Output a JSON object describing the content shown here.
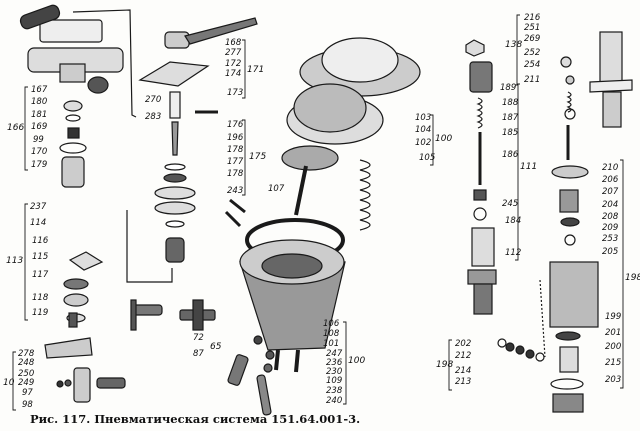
{
  "caption": "Рис. 117. Пневматическая система 151.64.001-3.",
  "labels": {
    "l168": "168",
    "l277": "277",
    "l172": "172",
    "l174": "174",
    "l171": "171",
    "l173": "173",
    "l270": "270",
    "l283": "283",
    "l176": "176",
    "l196": "196",
    "l178a": "178",
    "l177": "177",
    "l175": "175",
    "l178b": "178",
    "l243": "243",
    "l107": "107",
    "l167": "167",
    "l180": "180",
    "l181": "181",
    "l169": "169",
    "l99": "99",
    "l170": "170",
    "l179": "179",
    "l166": "166",
    "l237": "237",
    "l114": "114",
    "l116": "116",
    "l115": "115",
    "l113": "113",
    "l117": "117",
    "l118": "118",
    "l119": "119",
    "l278": "278",
    "l248": "248",
    "l250": "250",
    "l10": "10",
    "l249": "249",
    "l97": "97",
    "l98": "98",
    "l72": "72",
    "l87": "87",
    "l65": "65",
    "l106": "106",
    "l108": "108",
    "l101": "101",
    "l247": "247",
    "l236": "236",
    "l230": "230",
    "l109": "109",
    "l238": "238",
    "l240": "240",
    "l100a": "100",
    "l103": "103",
    "l104": "104",
    "l102": "102",
    "l100b": "100",
    "l105": "105",
    "l216": "216",
    "l251": "251",
    "l269": "269",
    "l252": "252",
    "l254": "254",
    "l211": "211",
    "l138": "138",
    "l189": "189",
    "l188": "188",
    "l187": "187",
    "l185": "185",
    "l186": "186",
    "l111": "111",
    "l245": "245",
    "l184": "184",
    "l112": "112",
    "l210": "210",
    "l206": "206",
    "l207": "207",
    "l204": "204",
    "l208": "208",
    "l209": "209",
    "l253": "253",
    "l205": "205",
    "l199": "199",
    "l201": "201",
    "l200": "200",
    "l215": "215",
    "l203": "203",
    "l198a": "198",
    "l202": "202",
    "l212": "212",
    "l214": "214",
    "l213": "213",
    "l198b": "198"
  }
}
